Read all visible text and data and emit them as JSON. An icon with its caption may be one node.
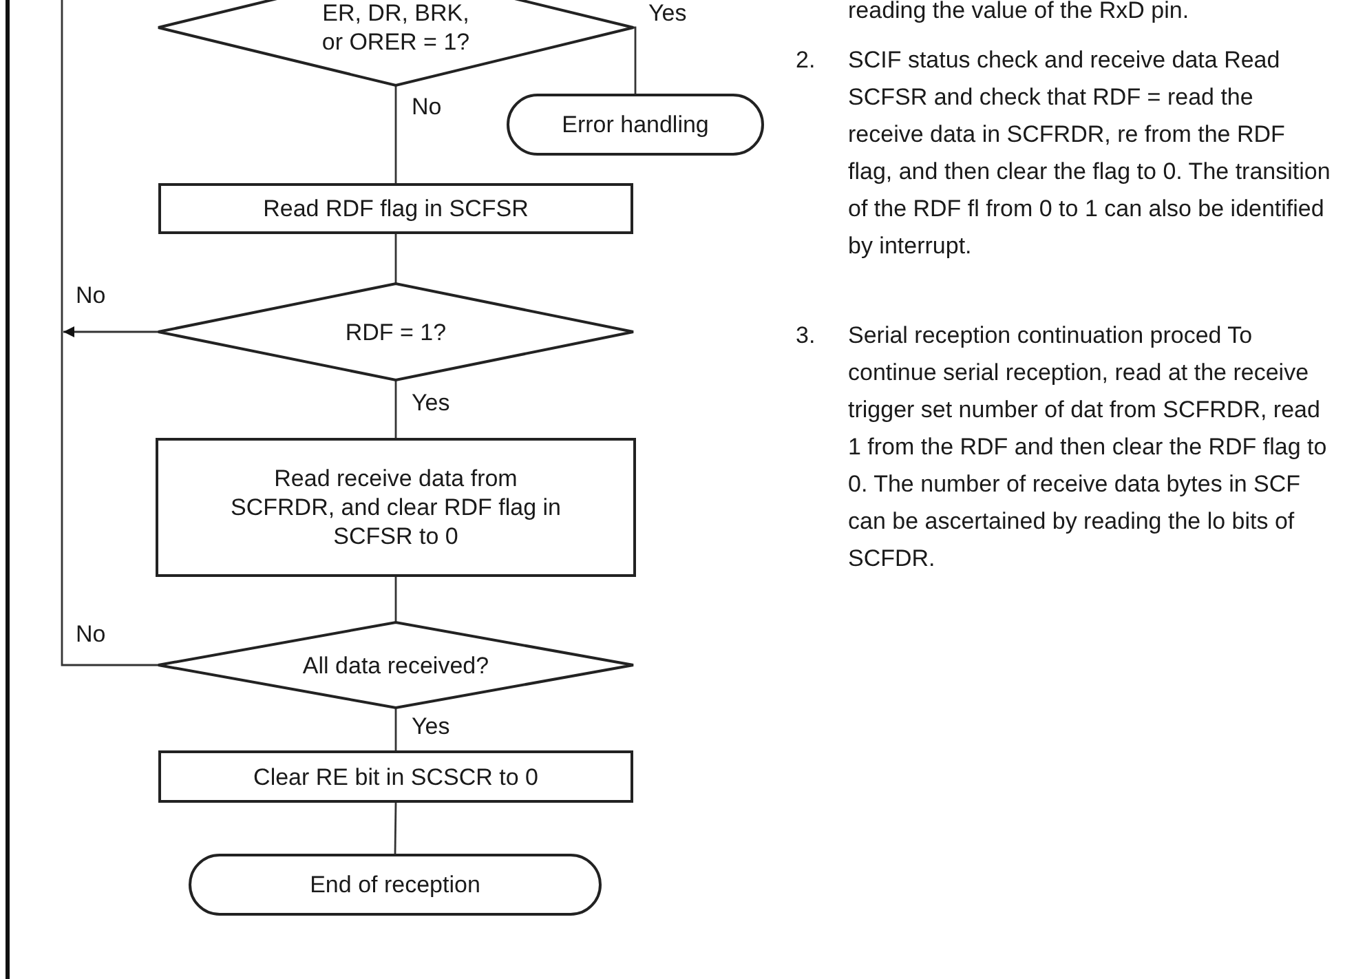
{
  "diagram": {
    "nodes": [
      {
        "text": [
          "ER, DR, BRK, or ORER = 1?"
        ]
      },
      {
        "text": [
          "Error handling"
        ]
      },
      {
        "text": [
          "Read RDF flag in SCFSR"
        ]
      },
      {
        "text": [
          "RDF = 1?"
        ]
      },
      {
        "text": [
          "Read receive data from SCFRDR, and clear RDF flag in SCFSR to 0"
        ]
      },
      {
        "text": [
          "All data received?"
        ]
      },
      {
        "text": [
          "Clear RE bit in SCSCR to 0"
        ]
      },
      {
        "text": [
          "End of reception"
        ]
      }
    ],
    "edges": [
      {
        "from": 0,
        "to": 1,
        "arrow": "none",
        "label": "Yes"
      },
      {
        "from": 0,
        "to": 2,
        "arrow": "none",
        "label": "No"
      },
      {
        "from": 2,
        "to": 3,
        "arrow": "none"
      },
      {
        "from": 3,
        "to": null,
        "arrow": "to",
        "label": "No"
      },
      {
        "from": 3,
        "to": 4,
        "arrow": "none",
        "label": "Yes"
      },
      {
        "from": 4,
        "to": 5,
        "arrow": "none"
      },
      {
        "from": 5,
        "to": null,
        "arrow": "none",
        "label": "No"
      },
      {
        "from": 5,
        "to": 6,
        "arrow": "none",
        "label": "Yes"
      },
      {
        "from": 6,
        "to": 7,
        "arrow": "none"
      }
    ],
    "labels": [
      "reading the value of the RxD pin.",
      "2.",
      "SCIF status check and receive data Read SCFSR and check that RDF = read the receive data in SCFRDR, re from the RDF flag, and then clear the flag to 0. The transition of the RDF fl from 0 to 1 can also be identified by interrupt.",
      "3.",
      "Serial reception continuation proced To continue serial reception, read at the receive trigger set number of dat from SCFRDR, read 1 from the RDF and then clear the RDF flag to 0. The number of receive data bytes in SCF can be ascertained by reading the lo bits of SCFDR."
    ]
  }
}
